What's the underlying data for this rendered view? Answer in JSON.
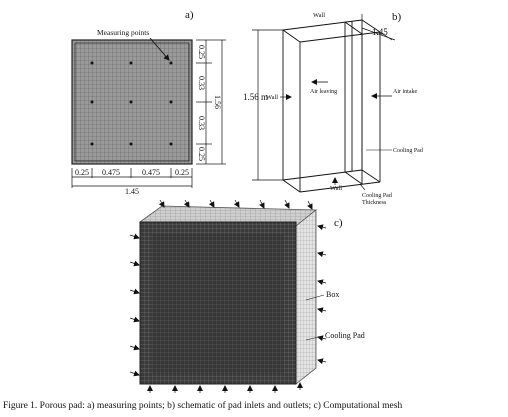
{
  "panel_a": {
    "label": "a)",
    "measuring_points_label": "Measuring points",
    "dims_vertical": [
      "0.25",
      "0.33",
      "0.33",
      "0.25"
    ],
    "dim_total_vertical": "1.56",
    "dims_horizontal": [
      "0.25",
      "0.475",
      "0.475",
      "0.25"
    ],
    "dim_total_horizontal": "1.45"
  },
  "panel_b": {
    "label": "b)",
    "wall_top": "Wall",
    "width": "1.45",
    "height": "1.56 m",
    "wall_left": "Wall",
    "air_leaving": "Air leaving",
    "air_intake": "Air intake",
    "cooling_pad": "Cooling Pad",
    "wall_bottom": "Wall",
    "pad_thickness_1": "Cooling Pad",
    "pad_thickness_2": "Thickness"
  },
  "panel_c": {
    "label": "c)",
    "box": "Box",
    "cooling_pad": "Cooling Pad"
  },
  "caption": "Figure 1. Porous pad: a) measuring points; b) schematic of pad inlets and outlets; c) Computational mesh"
}
